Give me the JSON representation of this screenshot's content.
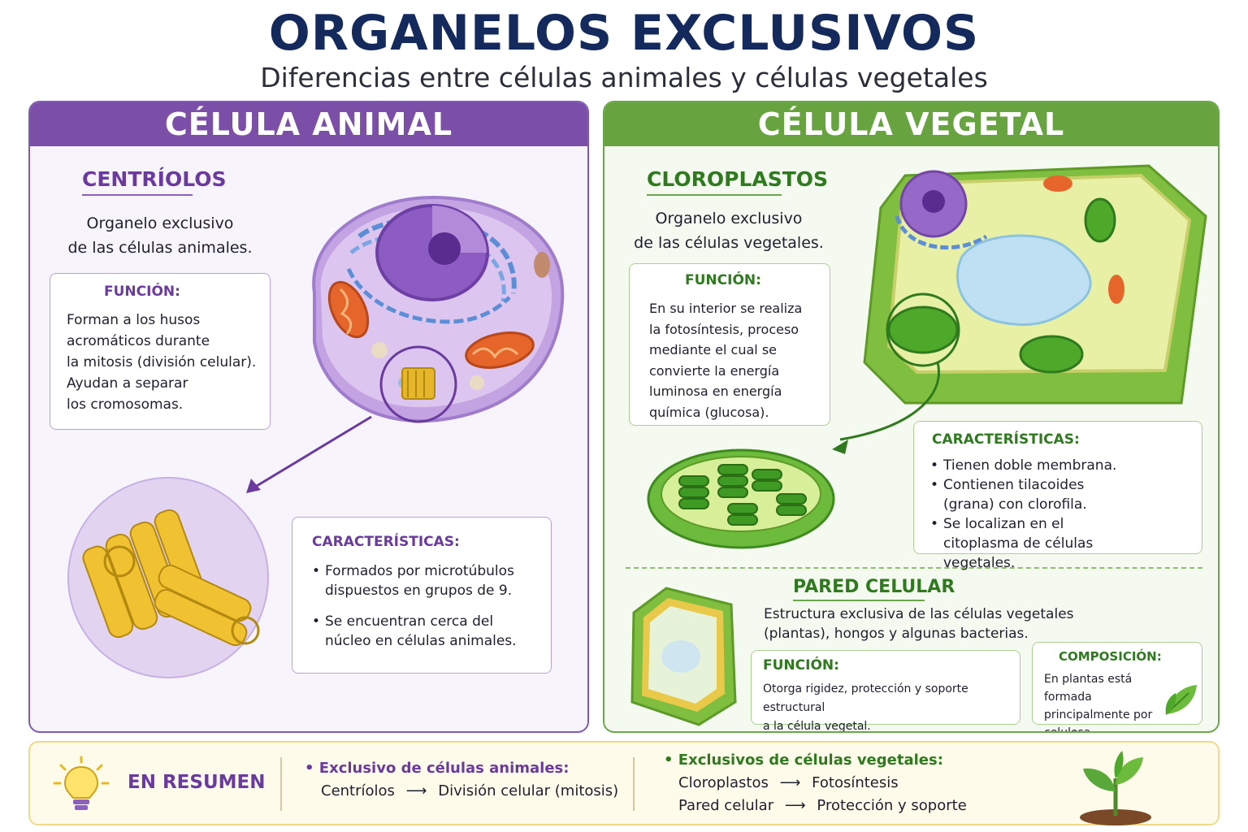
{
  "title": "ORGANELOS EXCLUSIVOS",
  "subtitle": "Diferencias entre células animales y células vegetales",
  "animal": {
    "header": "CÉLULA ANIMAL",
    "organelle_title": "CENTRÍOLOS",
    "exclusive_text": [
      "Organelo exclusivo",
      "de las células animales."
    ],
    "function_title": "FUNCIÓN:",
    "function_lines": [
      "Forman a los husos",
      "acromáticos durante",
      "la mitosis (división celular).",
      "Ayudan a separar",
      "los cromosomas."
    ],
    "characteristics_title": "CARACTERÍSTICAS:",
    "characteristics": [
      "Formados por microtúbulos dispuestos en grupos de 9.",
      "Se encuentran cerca del núcleo en células animales."
    ]
  },
  "plant": {
    "header": "CÉLULA VEGETAL",
    "organelle_title": "CLOROPLASTOS",
    "exclusive_text": [
      "Organelo exclusivo",
      "de las células vegetales."
    ],
    "function_title": "FUNCIÓN:",
    "function_lines": [
      "En su interior se realiza",
      "la fotosíntesis, proceso",
      "mediante el cual se",
      "convierte la energía",
      "luminosa en energía",
      "química (glucosa)."
    ],
    "characteristics_title": "CARACTERÍSTICAS:",
    "characteristics": [
      "Tienen doble membrana.",
      "Contienen tilacoides (grana) con clorofila.",
      "Se localizan en el citoplasma de células vegetales."
    ],
    "wall_title": "PARED CELULAR",
    "wall_desc": [
      "Estructura exclusiva de las células vegetales",
      "(plantas), hongos y algunas bacterias."
    ],
    "wall_function_title": "FUNCIÓN:",
    "wall_function_lines": [
      "Otorga rigidez, protección y soporte estructural",
      "a la célula vegetal."
    ],
    "composition_title": "COMPOSICIÓN:",
    "composition_lines": [
      "En plantas está formada",
      "principalmente por",
      "celulosa."
    ]
  },
  "summary": {
    "label": "EN RESUMEN",
    "animal_heading": "Exclusivo de células animales:",
    "animal_item_left": "Centríolos",
    "animal_item_right": "División celular (mitosis)",
    "plant_heading": "Exclusivos de células vegetales:",
    "plant_items": [
      {
        "left": "Cloroplastos",
        "right": "Fotosíntesis"
      },
      {
        "left": "Pared celular",
        "right": "Protección y soporte"
      }
    ],
    "arrow": "⟶"
  },
  "icons": {
    "bulb": "lightbulb-icon",
    "sprout": "sprout-icon",
    "leaf": "leaf-icon"
  },
  "colors": {
    "animal": "#7b4fa8",
    "plant": "#67a33f",
    "title": "#142a5c",
    "summary_bg": "#fffbea"
  }
}
